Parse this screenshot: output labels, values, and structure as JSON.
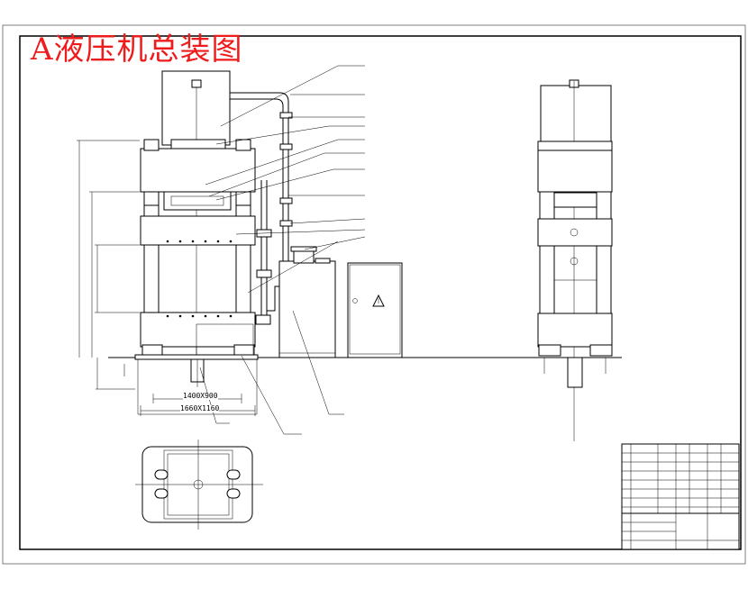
{
  "title": "A液压机总装图",
  "dimensions": {
    "inner_width": "1400X900",
    "outer_width": "1660X1160"
  },
  "colors": {
    "title": "#ee1c1c",
    "line": "#000000",
    "background": "#ffffff"
  }
}
